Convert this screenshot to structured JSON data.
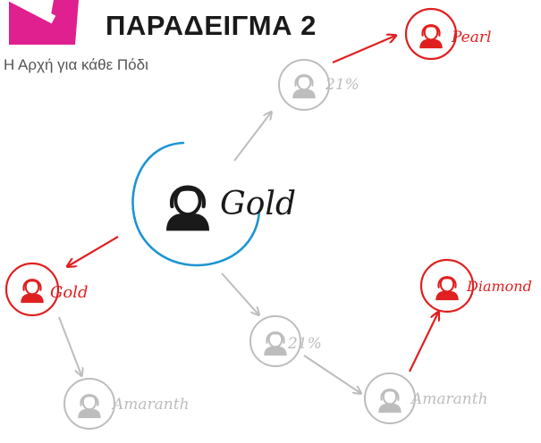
{
  "header": {
    "title": "ΠΑΡΑΔΕΙΓΜΑ 2",
    "subtitle": "Η Αρχή για κάθε Πόδι"
  },
  "nodes": {
    "gold_center": {
      "label": "Gold"
    },
    "pct_top": {
      "label": "21%"
    },
    "pearl": {
      "label": "Pearl"
    },
    "gold_left": {
      "label": "Gold"
    },
    "amaranth_bottom_left": {
      "label": "Amaranth"
    },
    "pct_middle": {
      "label": "21%"
    },
    "amaranth_bottom_right": {
      "label": "Amaranth"
    },
    "diamond": {
      "label": "Diamond"
    }
  },
  "colors": {
    "accent_magenta": "#e0208f",
    "red": "#e02020",
    "blue_ring": "#1d94d2",
    "gray": "#bdbdbd",
    "dark": "#1a1a1a"
  }
}
